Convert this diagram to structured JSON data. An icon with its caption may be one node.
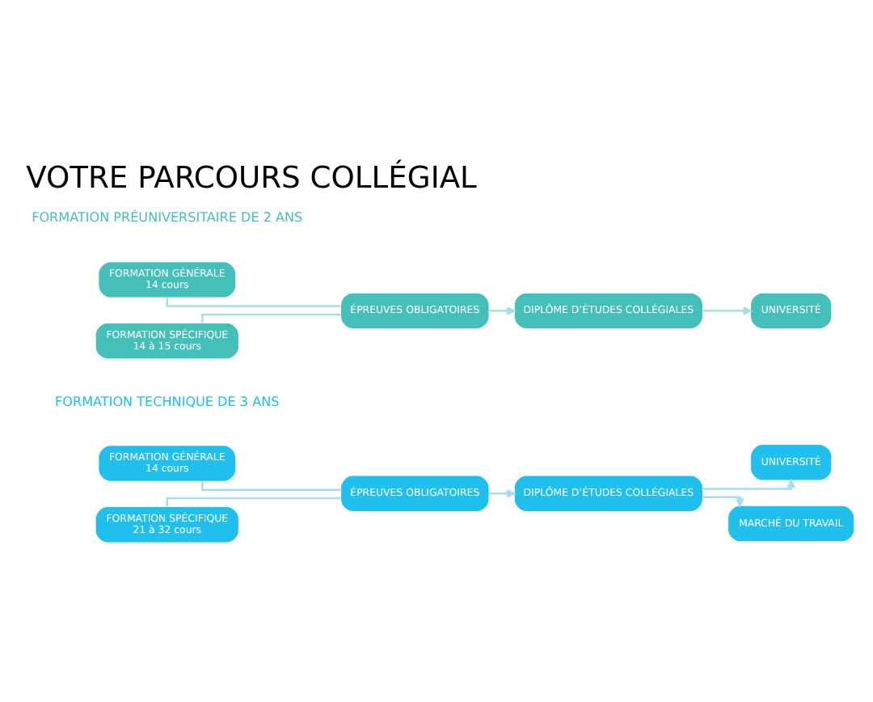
{
  "diagram": {
    "title": "VOTRE PARCOURS COLLÉGIAL",
    "nodes": [
      {
        "text": [
          "FORMATION GÉNÉRALE",
          "14 cours"
        ]
      },
      {
        "text": [
          "FORMATION SPÉCIFIQUE",
          "14 à 15 cours"
        ]
      },
      {
        "text": [
          "ÉPREUVES OBLIGATOIRES"
        ]
      },
      {
        "text": [
          "DIPLÔME D’ÉTUDES COLLÉGIALES"
        ]
      },
      {
        "text": [
          "UNIVERSITÉ"
        ]
      },
      {
        "text": [
          "FORMATION GÉNÉRALE",
          "14 cours"
        ]
      },
      {
        "text": [
          "FORMATION SPÉCIFIQUE",
          "21 à 32 cours"
        ]
      },
      {
        "text": [
          "ÉPREUVES OBLIGATOIRES"
        ]
      },
      {
        "text": [
          "DIPLÔME D’ÉTUDES COLLÉGIALES"
        ]
      },
      {
        "text": [
          "UNIVERSITÉ"
        ]
      },
      {
        "text": [
          "MARCHÉ DU TRAVAIL"
        ]
      }
    ],
    "edges": [
      {
        "from": 0,
        "to": 2,
        "arrow": "none",
        "color": "#a8e0dc"
      },
      {
        "from": 1,
        "to": 2,
        "arrow": "none",
        "color": "#a8e0dc"
      },
      {
        "from": 2,
        "to": 3,
        "arrow": "to",
        "color": "#a8e0dc"
      },
      {
        "from": 3,
        "to": 4,
        "arrow": "to",
        "color": "#a8e0dc"
      },
      {
        "from": 5,
        "to": 7,
        "arrow": "none"
      },
      {
        "from": 6,
        "to": 7,
        "arrow": "none"
      },
      {
        "from": 7,
        "to": 8,
        "arrow": "to"
      },
      {
        "from": 8,
        "to": 9,
        "arrow": "to"
      },
      {
        "from": 8,
        "to": 10,
        "arrow": "to"
      }
    ],
    "labels": [
      "FORMATION PRÉUNIVERSITAIRE DE 2 ANS",
      "FORMATION TECHNIQUE DE 3 ANS"
    ]
  }
}
